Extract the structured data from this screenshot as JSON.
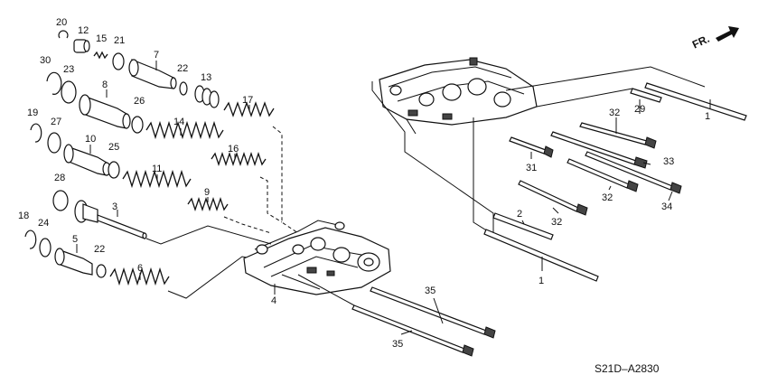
{
  "diagram": {
    "reference_code": "S21D–A2830",
    "direction_indicator": "FR.",
    "callouts": {
      "c1a": "1",
      "c1b": "1",
      "c2": "2",
      "c3": "3",
      "c4": "4",
      "c5": "5",
      "c6": "6",
      "c7": "7",
      "c8": "8",
      "c9": "9",
      "c10": "10",
      "c11": "11",
      "c12": "12",
      "c13": "13",
      "c14": "14",
      "c15": "15",
      "c16": "16",
      "c17": "17",
      "c18": "18",
      "c19": "19",
      "c20": "20",
      "c21": "21",
      "c22a": "22",
      "c22b": "22",
      "c23": "23",
      "c24": "24",
      "c25": "25",
      "c26": "26",
      "c27": "27",
      "c28": "28",
      "c29": "29",
      "c30": "30",
      "c31": "31",
      "c32a": "32",
      "c32b": "32",
      "c32c": "32",
      "c33": "33",
      "c34": "34",
      "c35a": "35",
      "c35b": "35"
    }
  }
}
